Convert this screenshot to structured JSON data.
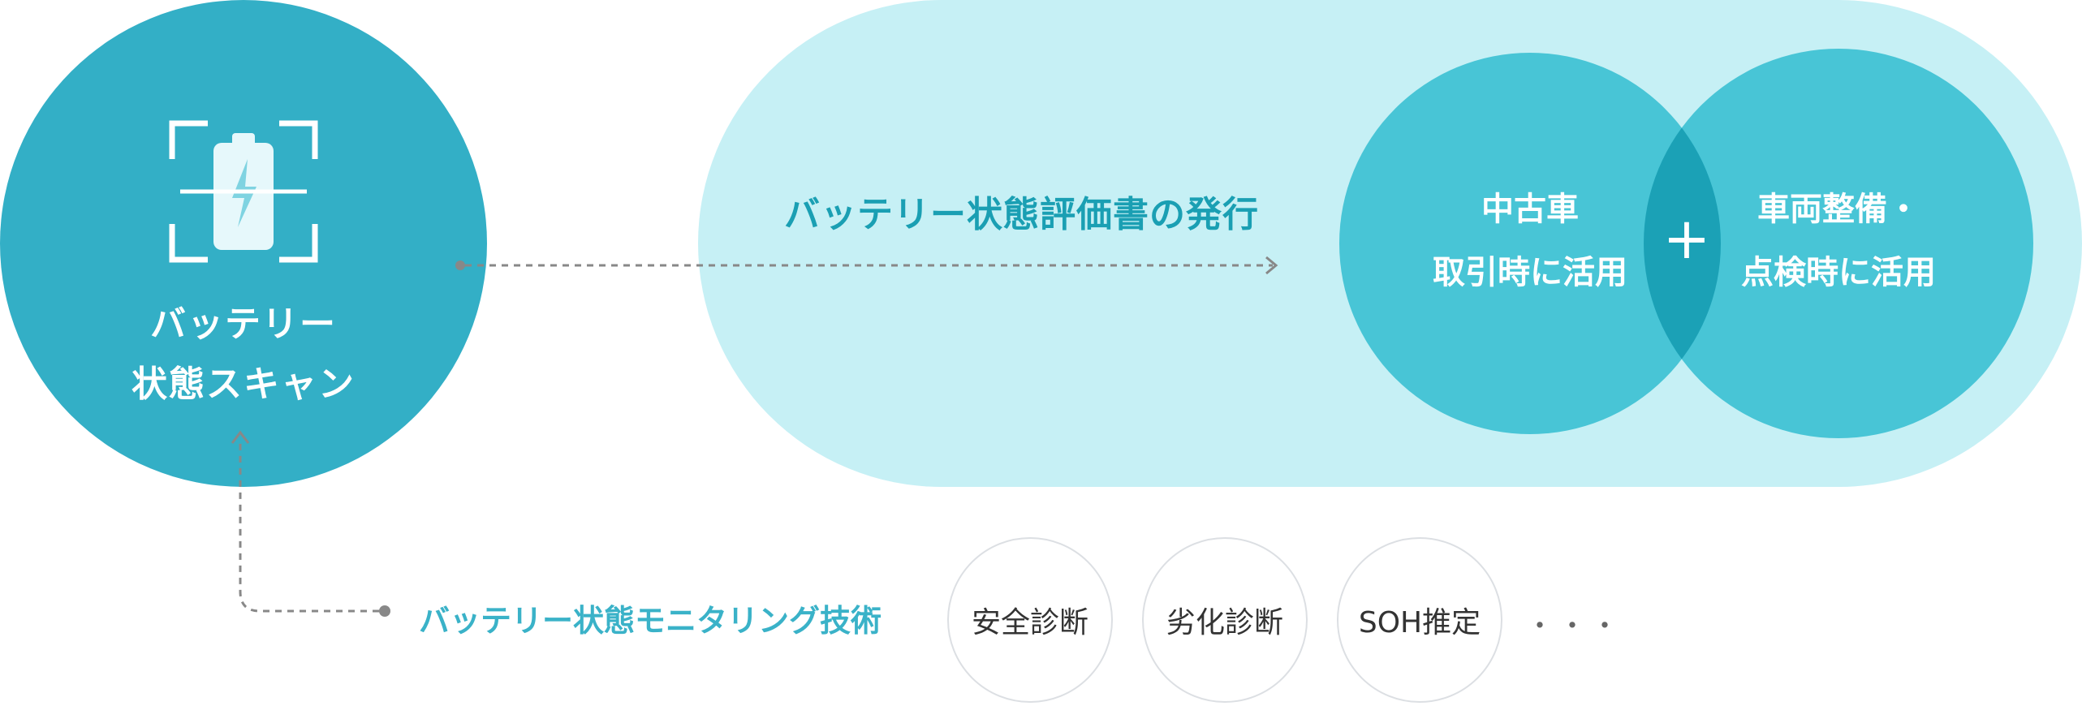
{
  "scan": {
    "label_line1": "バッテリー",
    "label_line2": "状態スキャン",
    "icon": "battery-scan-icon"
  },
  "report": {
    "heading": "バッテリー状態評価書の発行"
  },
  "uses": {
    "left_line1": "中古車",
    "left_line2": "取引時に活用",
    "right_line1": "車両整備・",
    "right_line2": "点検時に活用",
    "plus": "+"
  },
  "monitoring": {
    "label": "バッテリー状態モニタリング技術",
    "items": [
      "安全診断",
      "劣化診断",
      "SOH推定"
    ],
    "more": "・・・"
  },
  "colors": {
    "scan_circle": "#33afc6",
    "pill": "#c6f0f5",
    "venn": "#48c5d6",
    "venn_overlap": "#1ba1b6",
    "heading": "#1a9fb3",
    "dashed_line": "#888888"
  }
}
